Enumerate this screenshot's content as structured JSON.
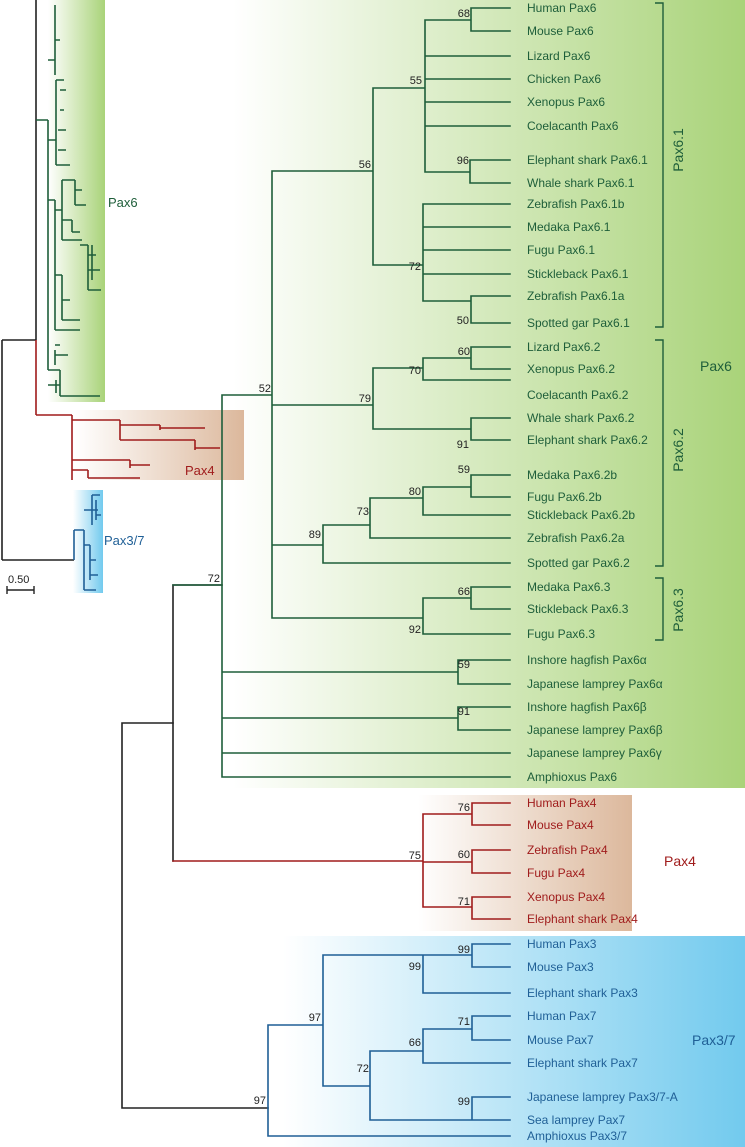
{
  "colors": {
    "pax6": "#1e5e3a",
    "pax4": "#a01c1c",
    "pax37": "#1f5f96",
    "root": "#222222",
    "green_box": "#a9d379",
    "tan_box": "#dcb89c",
    "blue_box": "#72caee",
    "support_text": "#222222"
  },
  "scale_bar": {
    "label": "0.50"
  },
  "main_tree": {
    "group_labels": {
      "pax6_1": "Pax6.1",
      "pax6_2": "Pax6.2",
      "pax6_3": "Pax6.3",
      "pax6": "Pax6",
      "pax4": "Pax4",
      "pax37": "Pax3/7"
    },
    "taxa": [
      "Human Pax6",
      "Mouse Pax6",
      "Lizard Pax6",
      "Chicken Pax6",
      "Xenopus Pax6",
      "Coelacanth Pax6",
      "Elephant shark Pax6.1",
      "Whale shark Pax6.1",
      "Zebrafish Pax6.1b",
      "Medaka Pax6.1",
      "Fugu Pax6.1",
      "Stickleback Pax6.1",
      "Zebrafish Pax6.1a",
      "Spotted gar Pax6.1",
      "Lizard Pax6.2",
      "Xenopus Pax6.2",
      "Coelacanth Pax6.2",
      "Whale shark Pax6.2",
      "Elephant shark Pax6.2",
      "Medaka Pax6.2b",
      "Fugu Pax6.2b",
      "Stickleback Pax6.2b",
      "Zebrafish Pax6.2a",
      "Spotted gar Pax6.2",
      "Medaka Pax6.3",
      "Stickleback Pax6.3",
      "Fugu Pax6.3",
      "Inshore hagfish Pax6α",
      "Japanese lamprey Pax6α",
      "Inshore hagfish Pax6β",
      "Japanese lamprey Pax6β",
      "Japanese lamprey Pax6γ",
      "Amphioxus Pax6",
      "Human Pax4",
      "Mouse Pax4",
      "Zebrafish Pax4",
      "Fugu Pax4",
      "Xenopus Pax4",
      "Elephant shark Pax4",
      "Human Pax3",
      "Mouse Pax3",
      "Elephant shark Pax3",
      "Human Pax7",
      "Mouse Pax7",
      "Elephant shark Pax7",
      "Japanese lamprey Pax3/7-A",
      "Sea lamprey Pax7",
      "Amphioxus Pax3/7"
    ],
    "support_values": [
      "68",
      "55",
      "96",
      "56",
      "72",
      "50",
      "60",
      "70",
      "79",
      "91",
      "52",
      "59",
      "80",
      "73",
      "89",
      "66",
      "92",
      "72",
      "59",
      "91",
      "76",
      "75",
      "60",
      "71",
      "99",
      "99",
      "97",
      "71",
      "66",
      "72",
      "99",
      "97"
    ]
  },
  "thumbnail_tree": {
    "labels": {
      "pax6": "Pax6",
      "pax4": "Pax4",
      "pax37": "Pax3/7"
    }
  }
}
